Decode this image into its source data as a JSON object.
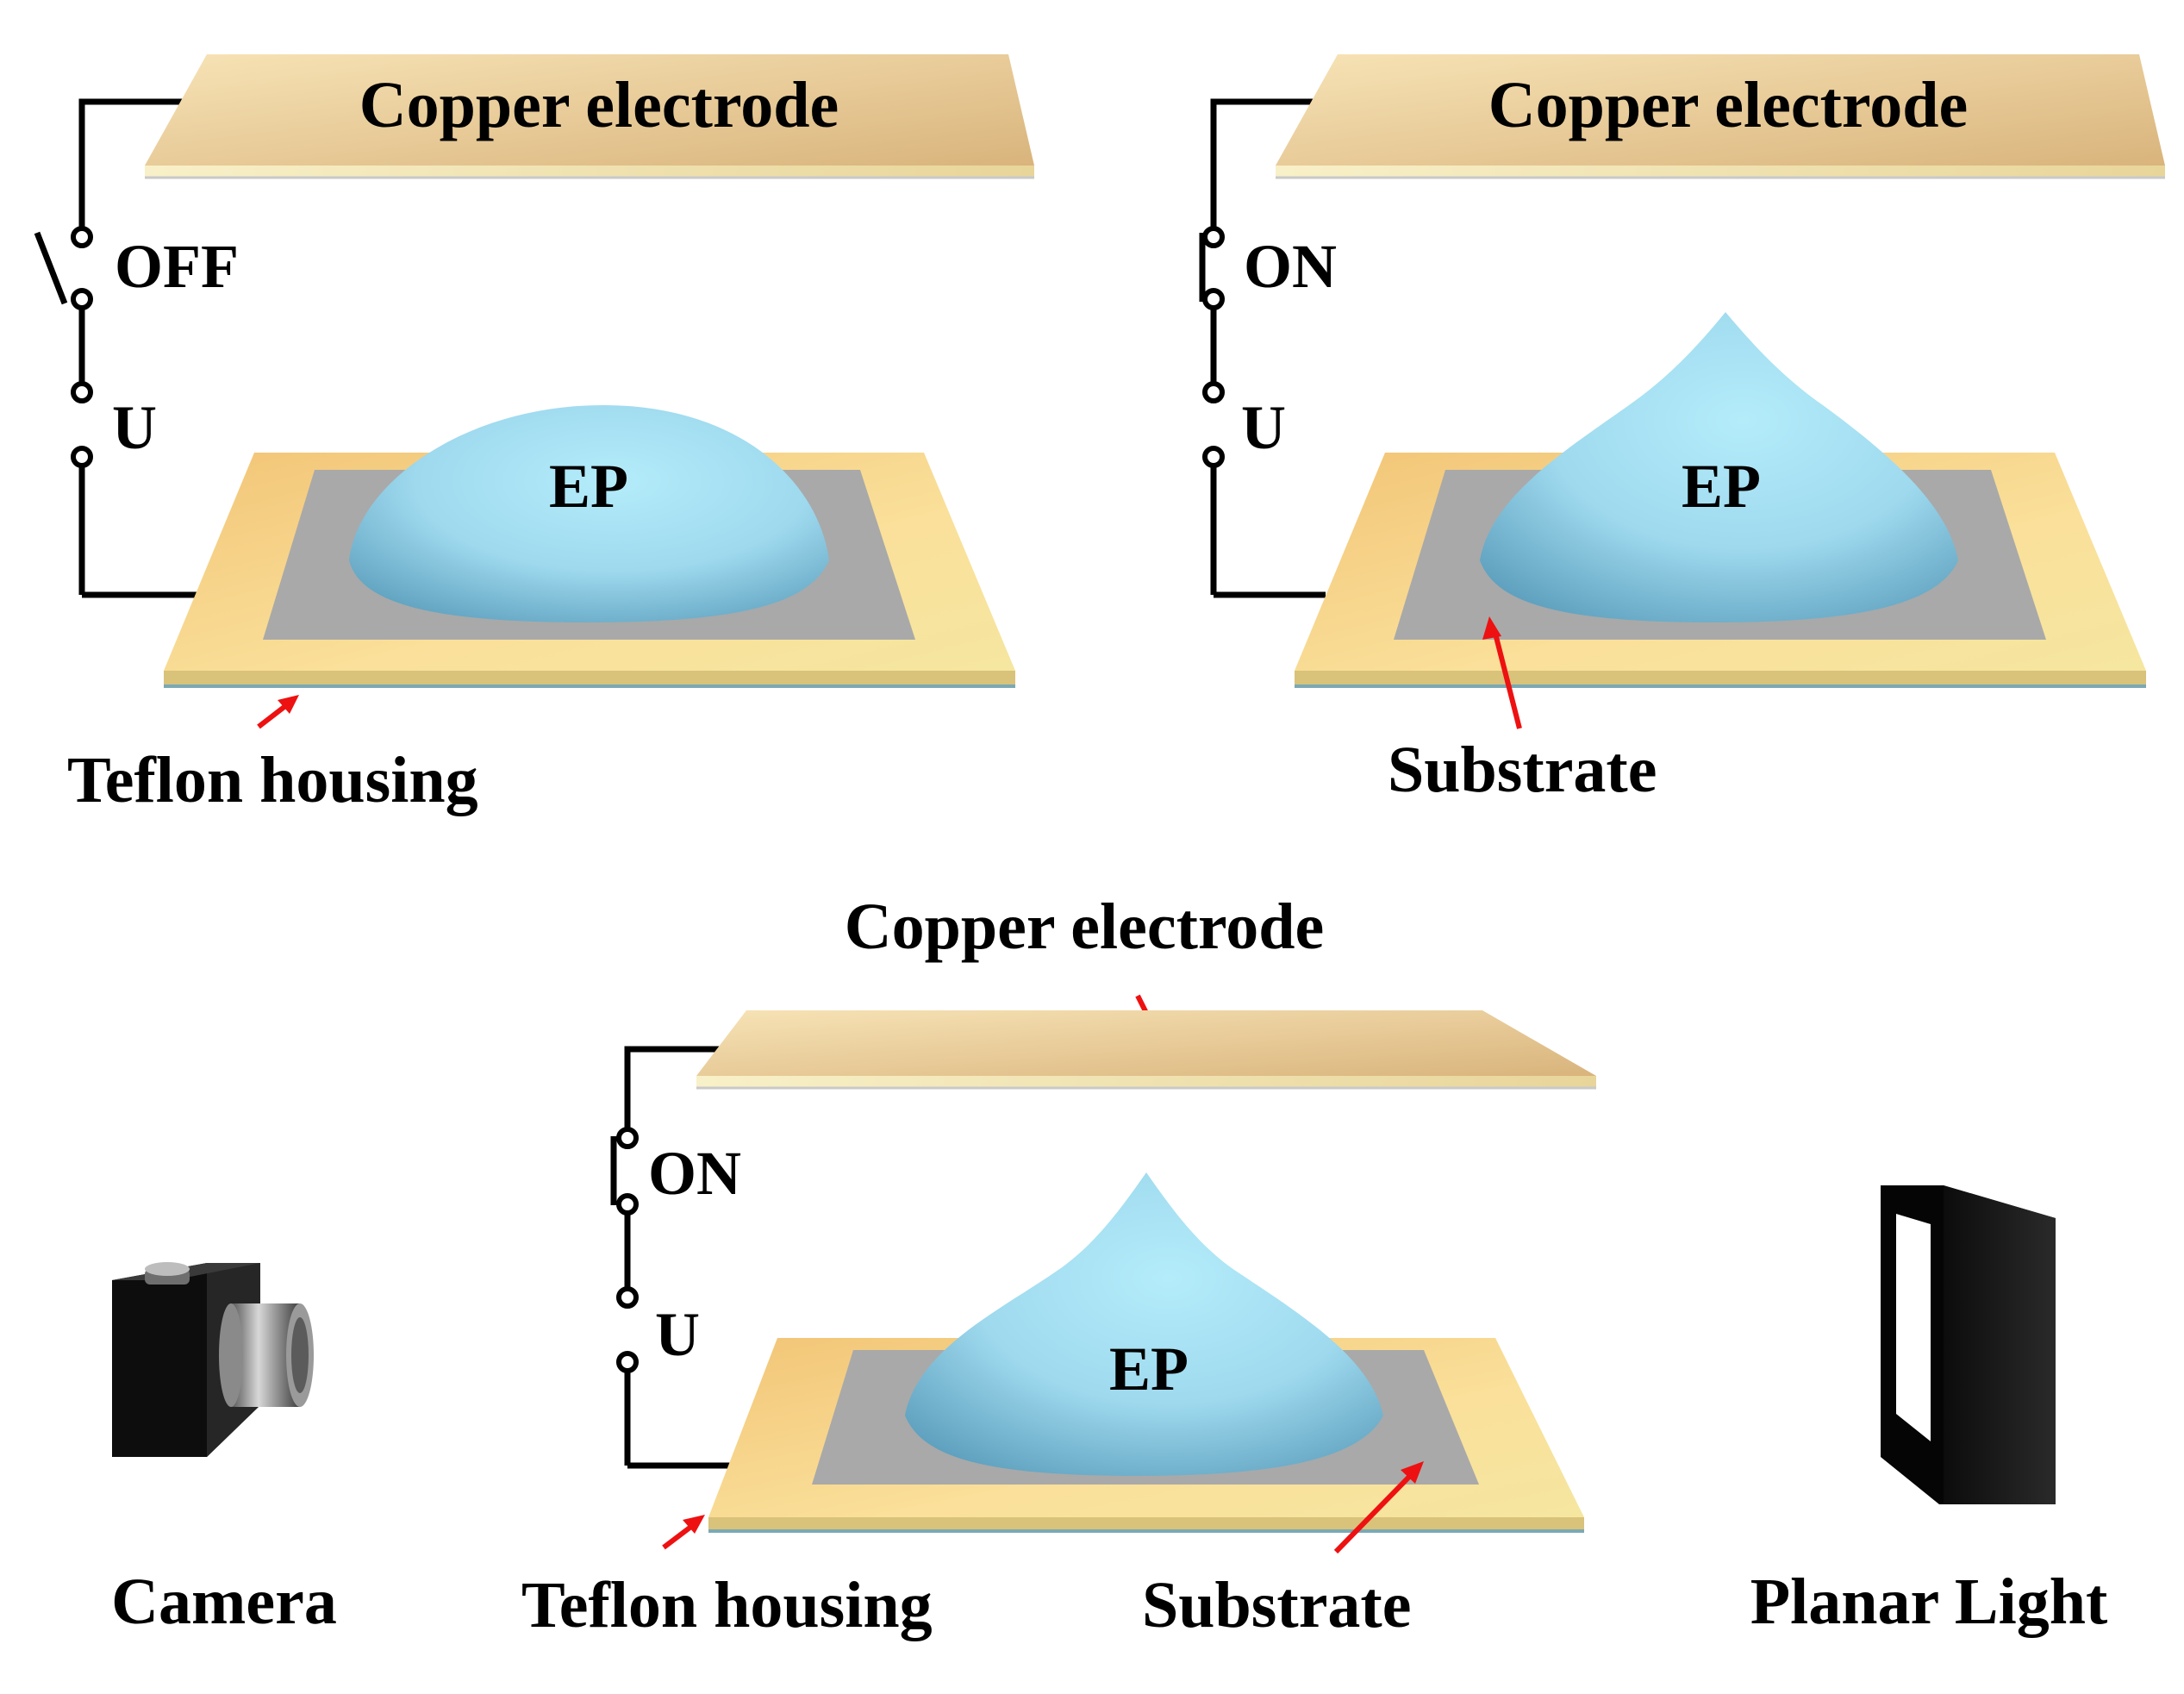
{
  "colors": {
    "copper_light": "#f3dcae",
    "copper_dark": "#d6b27a",
    "housing": "#f7d488",
    "substrate": "#a9a9a9",
    "droplet_light": "#a6e3f5",
    "droplet_dark": "#5aa7c6",
    "wire": "#000000",
    "arrow": "#ee1111",
    "device_body": "#141414"
  },
  "panel_off": {
    "electrode_label": "Copper electrode",
    "switch_label": "OFF",
    "voltage_label": "U",
    "drop_label": "EP",
    "housing_label": "Teflon housing"
  },
  "panel_on": {
    "electrode_label": "Copper electrode",
    "switch_label": "ON",
    "voltage_label": "U",
    "drop_label": "EP",
    "substrate_label": "Substrate"
  },
  "panel_setup": {
    "electrode_label": "Copper electrode",
    "switch_label": "ON",
    "voltage_label": "U",
    "drop_label": "EP",
    "housing_label": "Teflon housing",
    "substrate_label": "Substrate",
    "camera_label": "Camera",
    "light_label": "Planar Light",
    "camera_icon": "camera-icon",
    "light_icon": "planar-light-icon"
  }
}
